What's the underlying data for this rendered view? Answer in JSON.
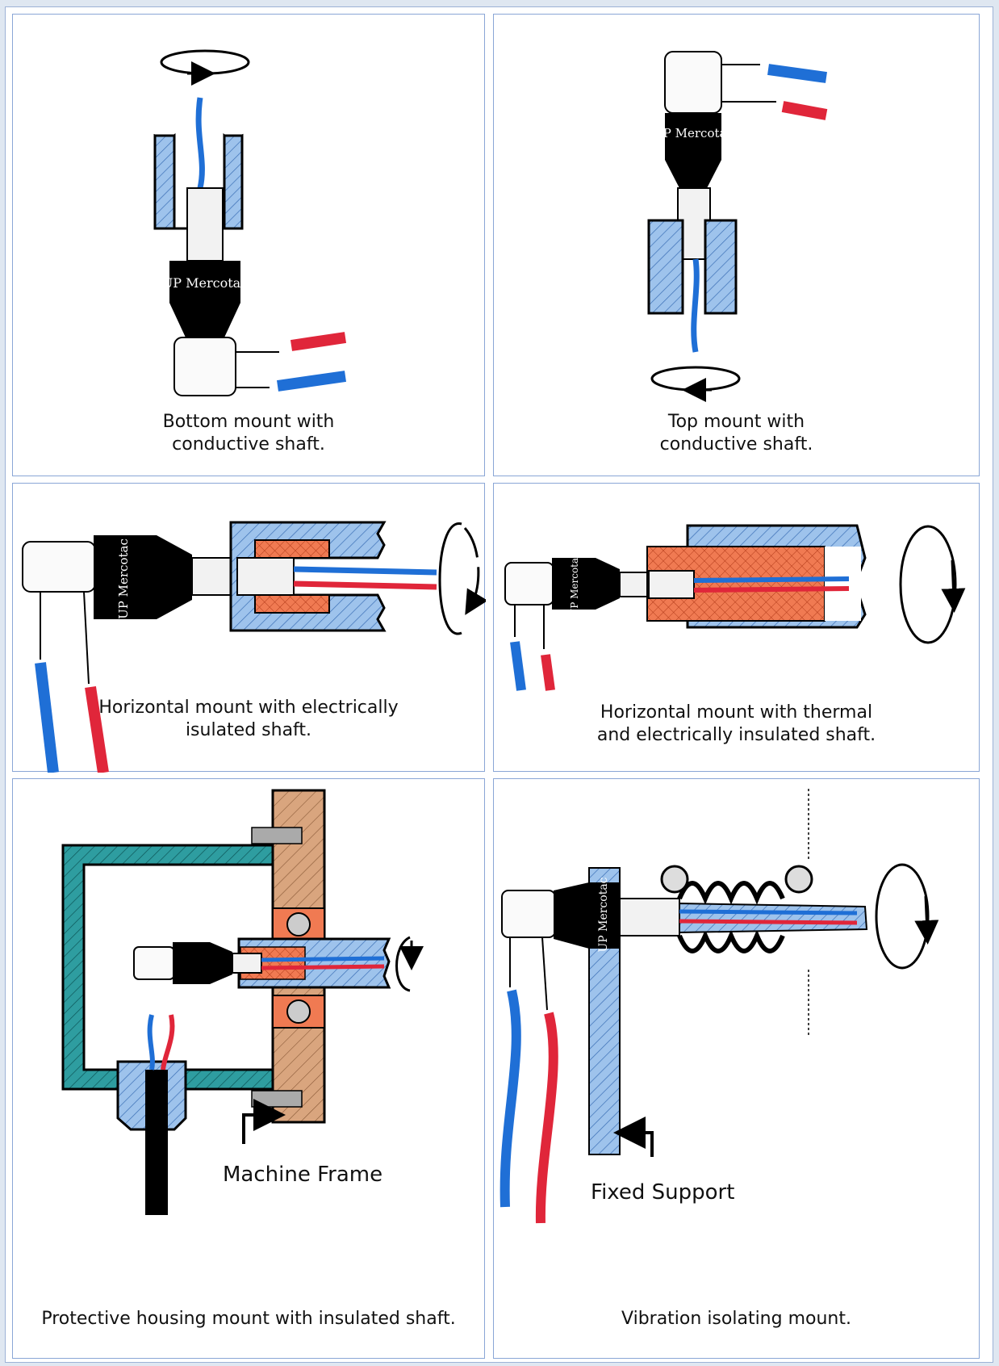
{
  "logo_text": "UP Mercotac",
  "captions": {
    "bottom_mount_l1": "Bottom mount with",
    "bottom_mount_l2": "conductive shaft.",
    "top_mount_l1": "Top mount with",
    "top_mount_l2": "conductive shaft.",
    "horiz_elec_l1": "Horizontal mount with electrically",
    "horiz_elec_l2": "isulated shaft.",
    "horiz_thermal_l1": "Horizontal mount with thermal",
    "horiz_thermal_l2": "and electrically insulated shaft.",
    "housing": "Protective housing mount with insulated shaft.",
    "vibration": "Vibration isolating mount."
  },
  "labels": {
    "machine_frame": "Machine Frame",
    "fixed_support": "Fixed Support"
  },
  "colors": {
    "blue_part": "#9ec3ec",
    "wire_blue": "#1f6fd6",
    "wire_red": "#e0263a",
    "insulator": "#f07a52",
    "housing": "#2e9da0",
    "frame": "#d9a57e",
    "connector": "#000000"
  }
}
